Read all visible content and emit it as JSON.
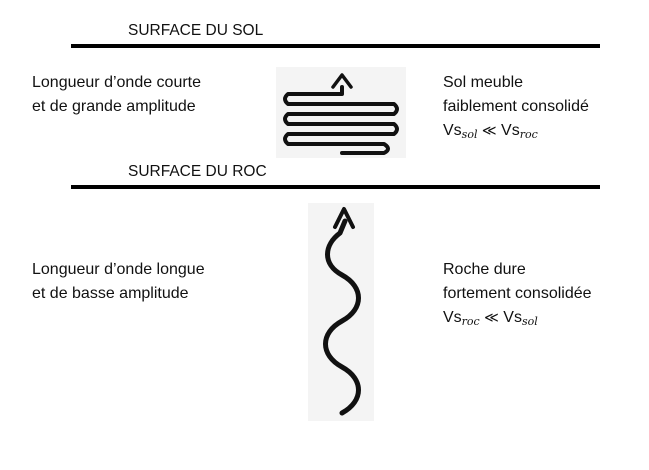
{
  "soil_surface": {
    "label": "SURFACE DU SOL"
  },
  "rock_surface": {
    "label": "SURFACE DU ROC"
  },
  "soil_layer": {
    "wave_description": [
      "Longueur d’onde courte",
      "et de grande amplitude"
    ],
    "material_description": [
      "Sol meuble",
      "faiblement consolidé"
    ],
    "velocity_relation": {
      "lhs": "Vs",
      "lhs_sub": "sol",
      "operator": "≪",
      "rhs": "Vs",
      "rhs_sub": "roc"
    }
  },
  "rock_layer": {
    "wave_description": [
      "Longueur d’onde longue",
      "et de basse amplitude"
    ],
    "material_description": [
      "Roche dure",
      "fortement consolidée"
    ],
    "velocity_relation": {
      "lhs": "Vs",
      "lhs_sub": "roc",
      "operator": "≪",
      "rhs": "Vs",
      "rhs_sub": "sol"
    }
  },
  "colors": {
    "ink": "#111111",
    "panel_background": "#f4f4f4"
  }
}
